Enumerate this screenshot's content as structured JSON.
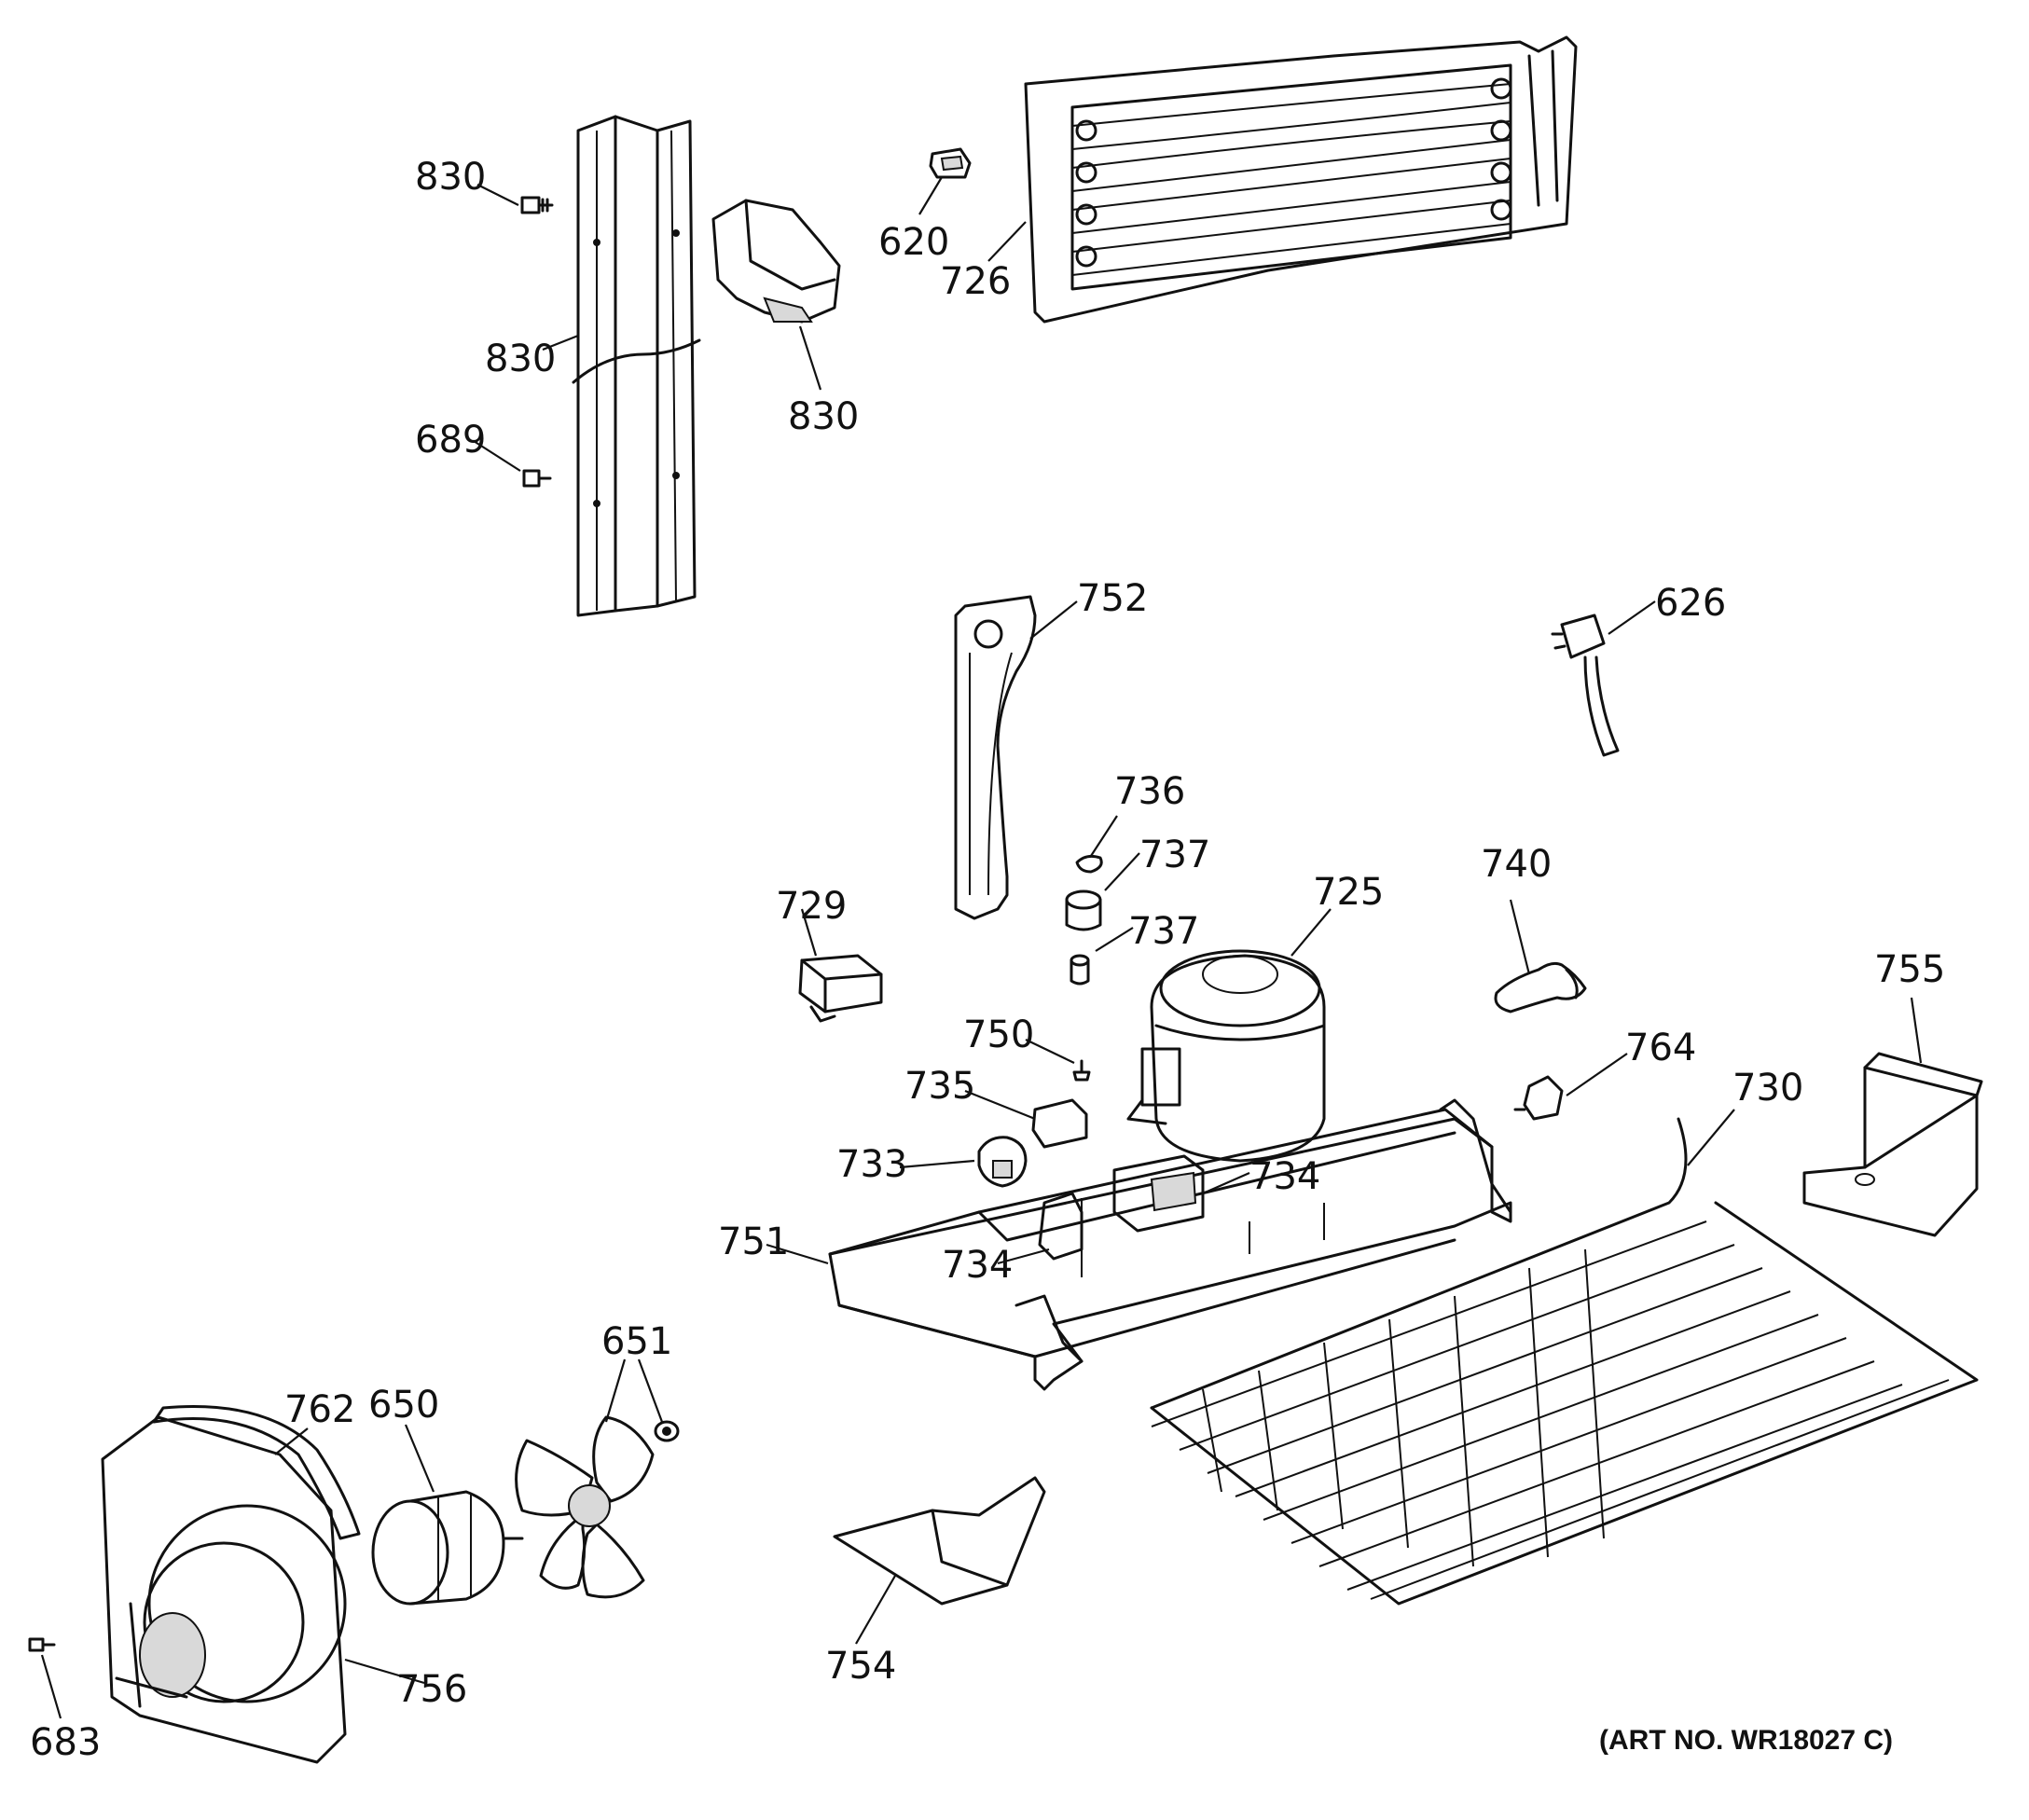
{
  "diagram": {
    "art_number": "(ART NO. WR18027 C)",
    "callouts": {
      "c830a": "830",
      "c830b": "830",
      "c830c": "830",
      "c689": "689",
      "c620": "620",
      "c726": "726",
      "c752": "752",
      "c626": "626",
      "c736": "736",
      "c737a": "737",
      "c737b": "737",
      "c729": "729",
      "c725": "725",
      "c740": "740",
      "c755": "755",
      "c750": "750",
      "c764": "764",
      "c735": "735",
      "c730": "730",
      "c733": "733",
      "c734a": "734",
      "c734b": "734",
      "c751": "751",
      "c651": "651",
      "c762": "762",
      "c650": "650",
      "c754": "754",
      "c756": "756",
      "c683": "683"
    }
  }
}
